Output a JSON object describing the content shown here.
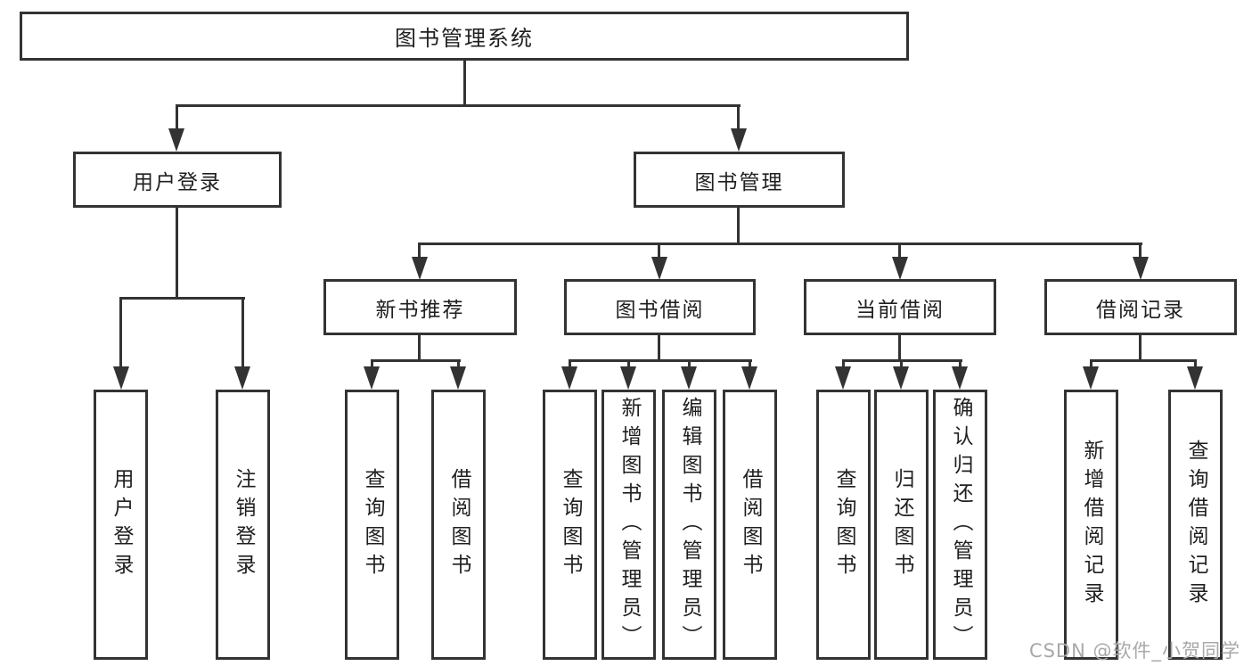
{
  "diagram": {
    "root_label": "图书管理系统",
    "level1": {
      "user_login": "用户登录",
      "book_mgmt": "图书管理"
    },
    "level2": {
      "new_books": "新书推荐",
      "book_borrow": "图书借阅",
      "current_borrow": "当前借阅",
      "borrow_records": "借阅记录"
    },
    "leaves": {
      "user_login": [
        "用户登录",
        "注销登录"
      ],
      "new_books": [
        "查询图书",
        "借阅图书"
      ],
      "book_borrow": [
        "查询图书",
        "新增图书（管理员）",
        "编辑图书（管理员）",
        "借阅图书"
      ],
      "current_borrow": [
        "查询图书",
        "归还图书",
        "确认归还（管理员）"
      ],
      "borrow_records": [
        "新增借阅记录",
        "查询借阅记录"
      ]
    },
    "watermark": "CSDN @软件_小贺同学",
    "colors": {
      "line": "#333333",
      "text": "#1f1f1f",
      "watermark": "#a8a8a8",
      "background": "#ffffff"
    }
  }
}
